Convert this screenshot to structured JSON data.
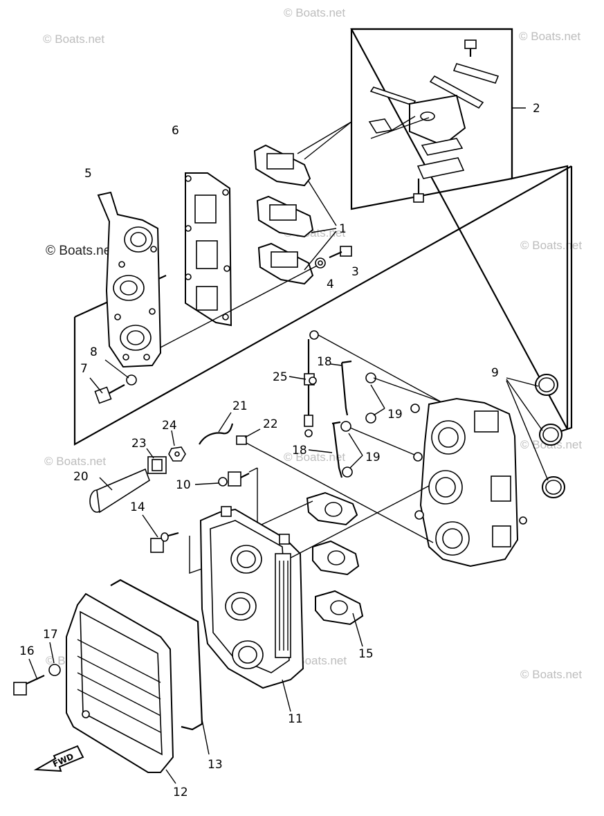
{
  "watermarks": [
    "© Boats.net",
    "© Boats.net",
    "© Boats.net",
    "© Boats.net",
    "© Boats.net",
    "© Boats.net",
    "© Boats.net",
    "© Boats.net",
    "© Boats.net",
    "© Boats.net",
    "© Boats.net",
    "© Boats.net"
  ],
  "callouts": {
    "c1": "1",
    "c2": "2",
    "c3": "3",
    "c4": "4",
    "c5": "5",
    "c6": "6",
    "c7": "7",
    "c8": "8",
    "c9": "9",
    "c10": "10",
    "c11": "11",
    "c12": "12",
    "c13": "13",
    "c14": "14",
    "c15": "15",
    "c16": "16",
    "c17": "17",
    "c18a": "18",
    "c18b": "18",
    "c19a": "19",
    "c19b": "19",
    "c20": "20",
    "c21": "21",
    "c22": "22",
    "c23": "23",
    "c24": "24",
    "c25": "25"
  },
  "fwd_label": "FWD"
}
